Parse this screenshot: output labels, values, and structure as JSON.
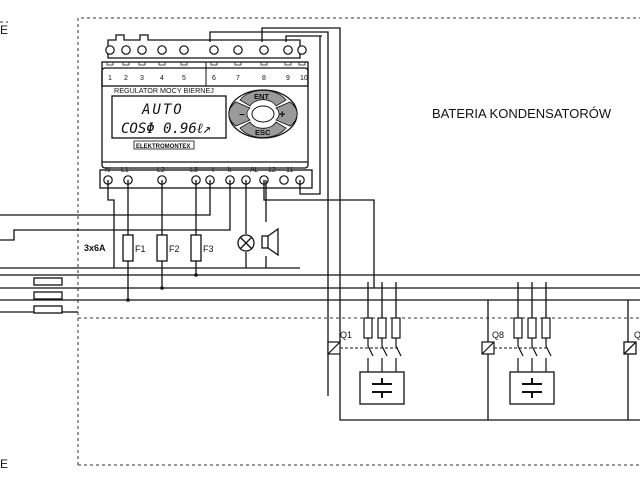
{
  "edge_label_top": "E",
  "edge_label_bottom": "E",
  "title": "BATERIA  KONDENSATORÓW",
  "controller": {
    "top_terminals": [
      "1",
      "2",
      "3",
      "4",
      "5",
      "6",
      "7",
      "8",
      "9",
      "10"
    ],
    "bottom_terminals": [
      "N",
      "L1",
      "L2",
      "L3",
      "ℓ",
      "k",
      "AL",
      "12",
      "11"
    ],
    "device_name": "REGULATOR MOCY BIERNEJ",
    "display_line1": "AUTO",
    "display_line2": "COSΦ 0.96ℓ↗",
    "brand": "ELEKTROMONTEX",
    "key_ent": "ENT",
    "key_esc": "ESC",
    "key_minus": "−",
    "key_plus": "+"
  },
  "fuse_group_label": "3x6A",
  "fuses": [
    "F1",
    "F2",
    "F3"
  ],
  "contactors": [
    "Q1",
    "Q8",
    "Q"
  ]
}
